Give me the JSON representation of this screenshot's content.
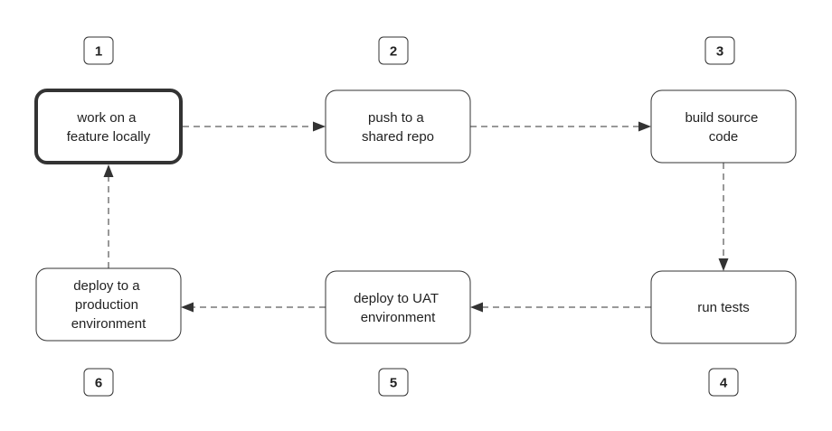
{
  "steps": [
    {
      "number": "1",
      "lines": [
        "work on a",
        "feature locally"
      ],
      "highlighted": true
    },
    {
      "number": "2",
      "lines": [
        "push to a",
        "shared repo"
      ],
      "highlighted": false
    },
    {
      "number": "3",
      "lines": [
        "build source",
        "code"
      ],
      "highlighted": false
    },
    {
      "number": "4",
      "lines": [
        "run tests"
      ],
      "highlighted": false
    },
    {
      "number": "5",
      "lines": [
        "deploy to UAT",
        "environment"
      ],
      "highlighted": false
    },
    {
      "number": "6",
      "lines": [
        "deploy to a",
        "production",
        "environment"
      ],
      "highlighted": false
    }
  ],
  "connections": [
    {
      "from": "1",
      "to": "2"
    },
    {
      "from": "2",
      "to": "3"
    },
    {
      "from": "3",
      "to": "4"
    },
    {
      "from": "4",
      "to": "5"
    },
    {
      "from": "5",
      "to": "6"
    },
    {
      "from": "6",
      "to": "1"
    }
  ],
  "colors": {
    "stroke": "#333333",
    "text": "#222222",
    "background": "#ffffff"
  }
}
